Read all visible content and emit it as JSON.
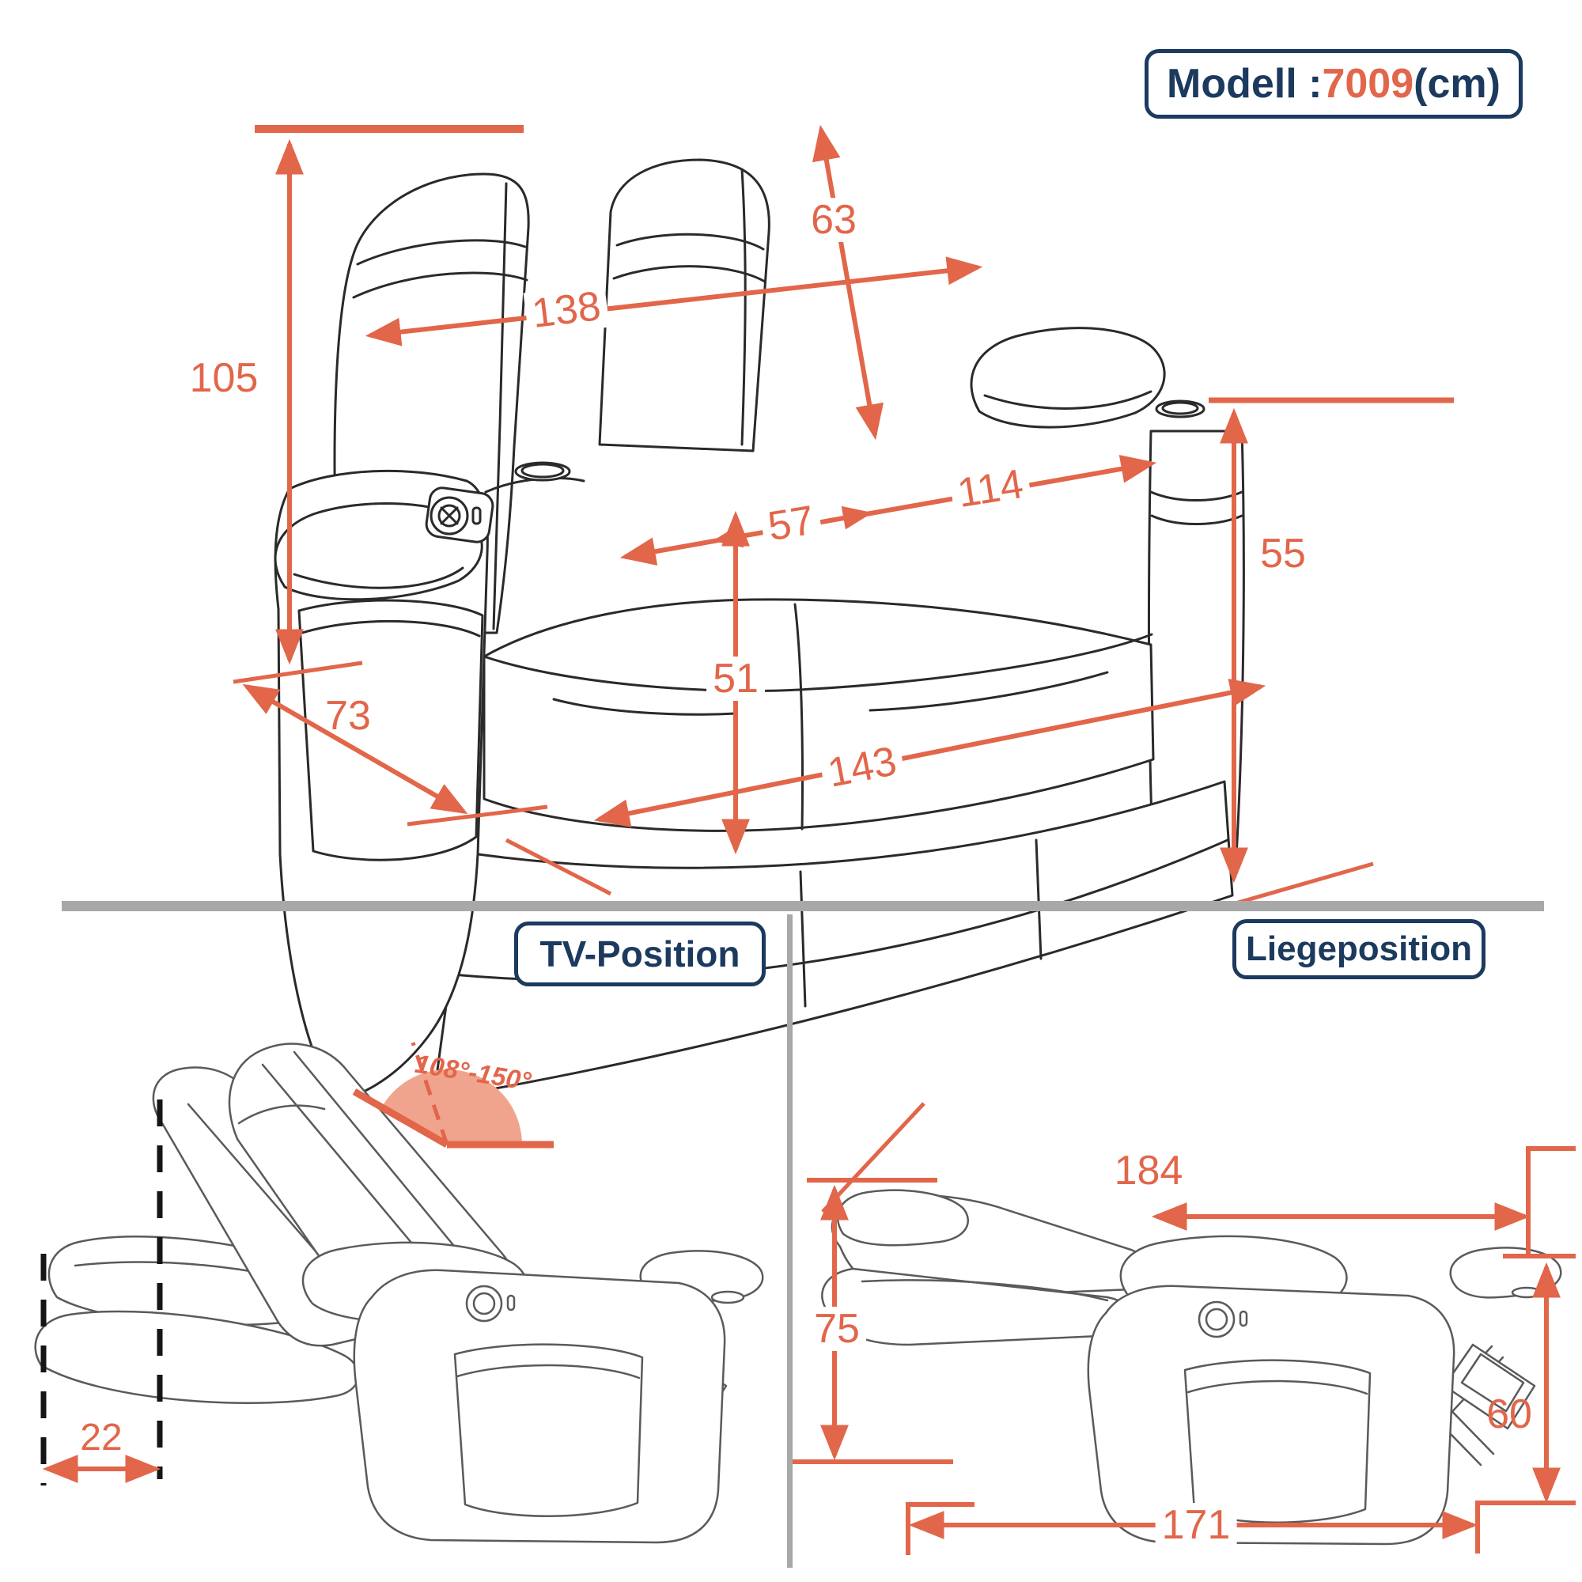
{
  "model_badge": {
    "prefix": "Modell : ",
    "number": "7009",
    "suffix": "(cm)"
  },
  "dimensions": {
    "height_total": "105",
    "backrest_width": "138",
    "backrest_diagonal": "63",
    "seat_width_single": "57",
    "seat_width_total": "114",
    "seat_front_height": "51",
    "armrest_height": "55",
    "depth": "73",
    "width_total": "143"
  },
  "tv_position": {
    "label": "TV-Position",
    "angle_range": "108°-150°",
    "wall_clearance": "22"
  },
  "lying_position": {
    "label": "Liegeposition",
    "total_length": "184",
    "backrest_height": "75",
    "footrest_height": "60",
    "floor_length": "171"
  },
  "colors": {
    "accent_orange": "#E2664A",
    "fan_fill": "#F0A48E",
    "navy": "#1C3A5E",
    "divider_gray": "#A8A8A8"
  }
}
